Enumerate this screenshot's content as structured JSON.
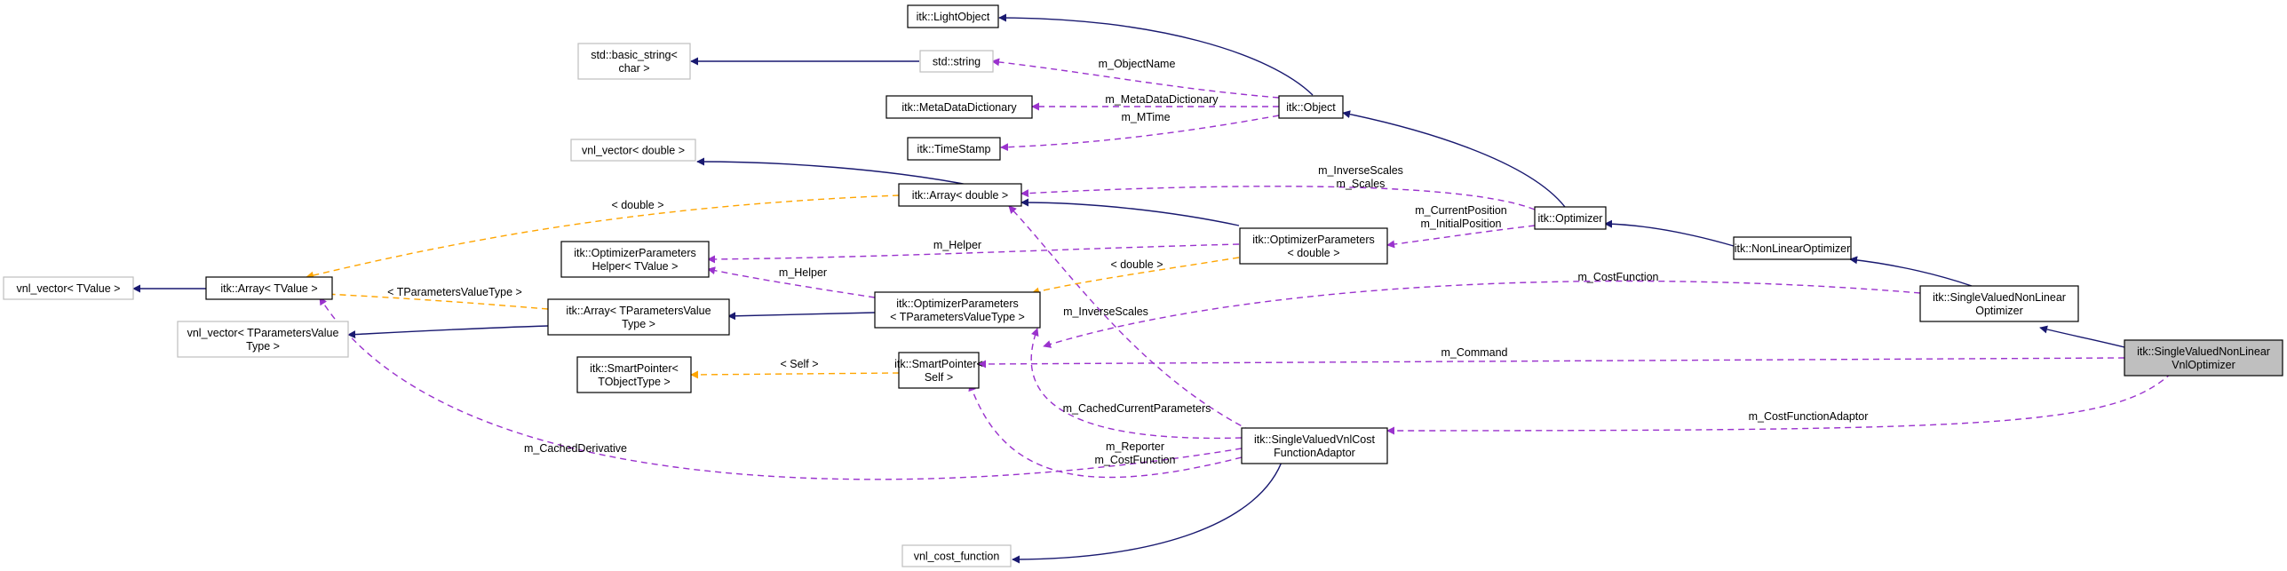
{
  "colors": {
    "inherit": "#191970",
    "usage": "#9a32cd",
    "template": "#ffa500",
    "border_documented": "#000000",
    "border_undocumented": "#bfbfbf",
    "highlight_fill": "#bfbfbf",
    "background": "#ffffff"
  },
  "nodes": {
    "LightObject": {
      "lines": [
        "itk::LightObject"
      ],
      "style": "normal"
    },
    "Object": {
      "lines": [
        "itk::Object"
      ],
      "style": "normal"
    },
    "basic_string": {
      "lines": [
        "std::basic_string<",
        "char >"
      ],
      "style": "undoc"
    },
    "std_string": {
      "lines": [
        "std::string"
      ],
      "style": "undoc"
    },
    "MetaDataDictionary": {
      "lines": [
        "itk::MetaDataDictionary"
      ],
      "style": "normal"
    },
    "TimeStamp": {
      "lines": [
        "itk::TimeStamp"
      ],
      "style": "normal"
    },
    "vnl_vector_double": {
      "lines": [
        "vnl_vector< double >"
      ],
      "style": "undoc"
    },
    "ArrayDouble": {
      "lines": [
        "itk::Array< double >"
      ],
      "style": "normal"
    },
    "vnl_vector_TValue": {
      "lines": [
        "vnl_vector< TValue >"
      ],
      "style": "undoc"
    },
    "ArrayTValue": {
      "lines": [
        "itk::Array< TValue >"
      ],
      "style": "normal"
    },
    "OptParamsHelper": {
      "lines": [
        "itk::OptimizerParameters",
        "Helper< TValue >"
      ],
      "style": "normal"
    },
    "ArrayTParams": {
      "lines": [
        "itk::Array< TParametersValue",
        "Type >"
      ],
      "style": "normal"
    },
    "vnl_vector_TParams": {
      "lines": [
        "vnl_vector< TParametersValue",
        "Type >"
      ],
      "style": "undoc"
    },
    "OptParamsDouble": {
      "lines": [
        "itk::OptimizerParameters",
        "< double >"
      ],
      "style": "normal"
    },
    "OptParamsT": {
      "lines": [
        "itk::OptimizerParameters",
        "< TParametersValueType >"
      ],
      "style": "normal"
    },
    "SmartPointerT": {
      "lines": [
        "itk::SmartPointer<",
        "TObjectType >"
      ],
      "style": "normal"
    },
    "SmartPointerSelf": {
      "lines": [
        "itk::SmartPointer<",
        "Self >"
      ],
      "style": "normal"
    },
    "Optimizer": {
      "lines": [
        "itk::Optimizer"
      ],
      "style": "normal"
    },
    "NonLinearOptimizer": {
      "lines": [
        "itk::NonLinearOptimizer"
      ],
      "style": "normal"
    },
    "SVNLOptimizer": {
      "lines": [
        "itk::SingleValuedNonLinear",
        "Optimizer"
      ],
      "style": "normal"
    },
    "SVNLVnlOptimizer": {
      "lines": [
        "itk::SingleValuedNonLinear",
        "VnlOptimizer"
      ],
      "style": "highlight"
    },
    "CostAdaptor": {
      "lines": [
        "itk::SingleValuedVnlCost",
        "FunctionAdaptor"
      ],
      "style": "normal"
    },
    "vnl_cost_function": {
      "lines": [
        "vnl_cost_function"
      ],
      "style": "undoc"
    }
  },
  "edge_labels": {
    "m_ObjectName": "m_ObjectName",
    "m_MetaDataDictionary": "m_MetaDataDictionary",
    "m_MTime": "m_MTime",
    "m_InverseScales_m_Scales": [
      "m_InverseScales",
      "m_Scales"
    ],
    "double_tpl": "< double >",
    "m_Helper_top": "m_Helper",
    "m_CurrentPosition": [
      "m_CurrentPosition",
      "m_InitialPosition"
    ],
    "TParametersValueType_tpl": "< TParametersValueType >",
    "m_Helper_mid": "m_Helper",
    "double_tpl2": "< double >",
    "m_CostFunction": "m_CostFunction",
    "m_InverseScales": "m_InverseScales",
    "self_tpl": "< Self >",
    "m_Command": "m_Command",
    "m_CachedCurrentParameters": "m_CachedCurrentParameters",
    "m_CostFunctionAdaptor": "m_CostFunctionAdaptor",
    "m_CachedDerivative": "m_CachedDerivative",
    "m_Reporter": [
      "m_Reporter",
      "m_CostFunction"
    ]
  }
}
